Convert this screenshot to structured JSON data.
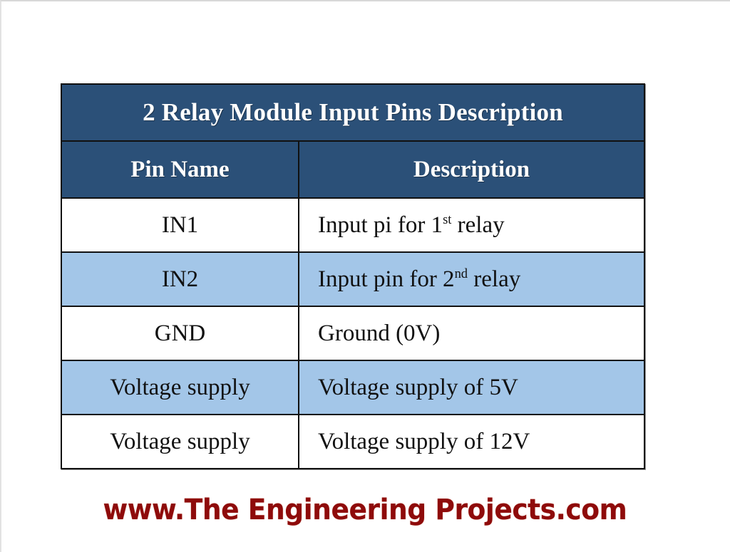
{
  "table": {
    "title": "2 Relay Module Input Pins Description",
    "columns": [
      {
        "key": "pin_name",
        "label": "Pin Name"
      },
      {
        "key": "description",
        "label": "Description"
      }
    ],
    "rows": [
      {
        "pin_name": "IN1",
        "description_prefix": "Input pi for 1",
        "description_sup": "st",
        "description_suffix": " relay",
        "description": "Input pi for 1st relay",
        "stripe": "white"
      },
      {
        "pin_name": "IN2",
        "description_prefix": "Input pin for 2",
        "description_sup": "nd",
        "description_suffix": " relay",
        "description": "Input pin for 2nd relay",
        "stripe": "blue"
      },
      {
        "pin_name": "GND",
        "description_prefix": "Ground (0V)",
        "description_sup": "",
        "description_suffix": "",
        "description": "Ground (0V)",
        "stripe": "white"
      },
      {
        "pin_name": "Voltage supply",
        "description_prefix": "Voltage supply of 5V",
        "description_sup": "",
        "description_suffix": "",
        "description": "Voltage supply of 5V",
        "stripe": "blue"
      },
      {
        "pin_name": "Voltage supply",
        "description_prefix": "Voltage supply of 12V",
        "description_sup": "",
        "description_suffix": "",
        "description": "Voltage supply of 12V",
        "stripe": "white"
      }
    ]
  },
  "footer": {
    "watermark": "www.The Engineering Projects.com"
  },
  "colors": {
    "header_blue": "#2b5078",
    "stripe_blue": "#a3c6e8",
    "row_white": "#ffffff",
    "border": "#111111",
    "header_text": "#ffffff",
    "body_text": "#111111",
    "watermark_red": "#8e0b0b",
    "page_background": "#ffffff"
  }
}
